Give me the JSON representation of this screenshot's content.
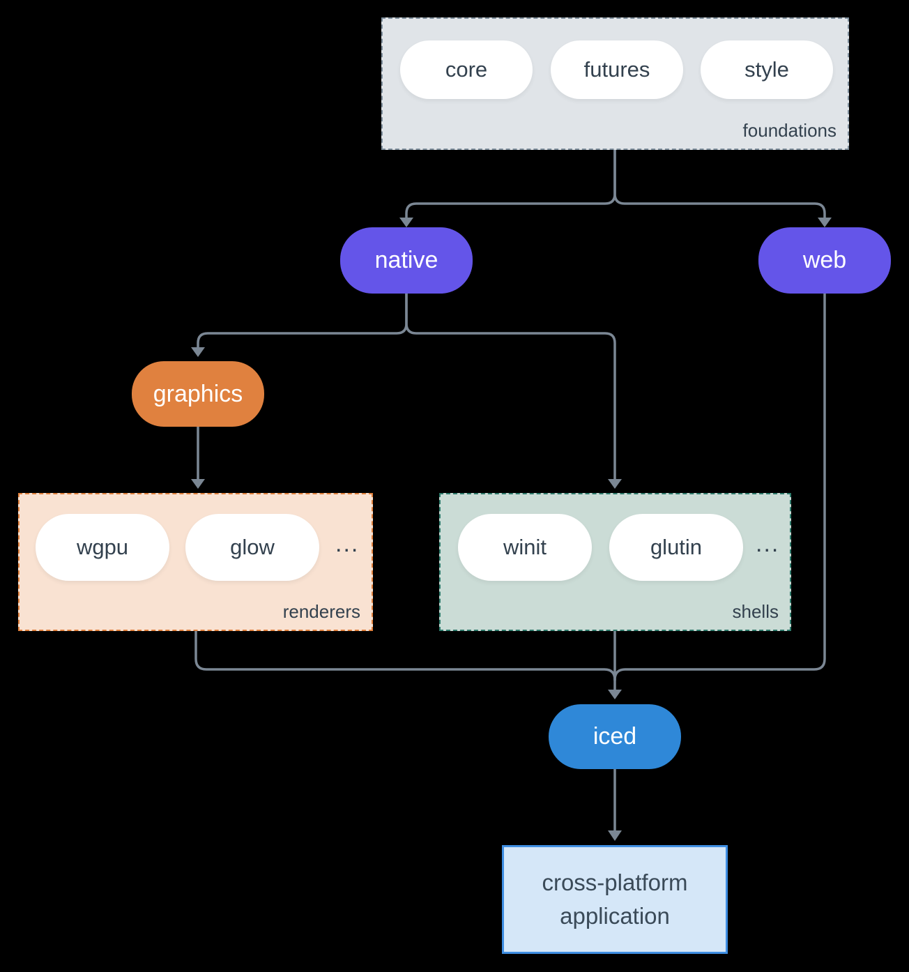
{
  "canvas": {
    "background": "#000000",
    "line_color": "#7b8794"
  },
  "foundations": {
    "label": "foundations",
    "fill": "#e0e4e8",
    "border_color": "#7e8e9c",
    "items": [
      "core",
      "futures",
      "style"
    ]
  },
  "native": {
    "label": "native",
    "fill": "#6455e9",
    "text_color": "#ffffff"
  },
  "web": {
    "label": "web",
    "fill": "#6455e9",
    "text_color": "#ffffff"
  },
  "graphics": {
    "label": "graphics",
    "fill": "#e0813f",
    "text_color": "#ffffff"
  },
  "renderers": {
    "label": "renderers",
    "fill": "#f9e2d2",
    "border_color": "#e0803c",
    "items": [
      "wgpu",
      "glow"
    ],
    "ellipsis": "..."
  },
  "shells": {
    "label": "shells",
    "fill": "#cbdcd6",
    "border_color": "#2e7a6b",
    "items": [
      "winit",
      "glutin"
    ],
    "ellipsis": "..."
  },
  "iced": {
    "label": "iced",
    "fill": "#2f88d8",
    "text_color": "#ffffff"
  },
  "application": {
    "line1": "cross-platform",
    "line2": "application",
    "fill": "#d5e7f8",
    "border_color": "#3f8ee2",
    "text_color": "#3a4a58"
  }
}
